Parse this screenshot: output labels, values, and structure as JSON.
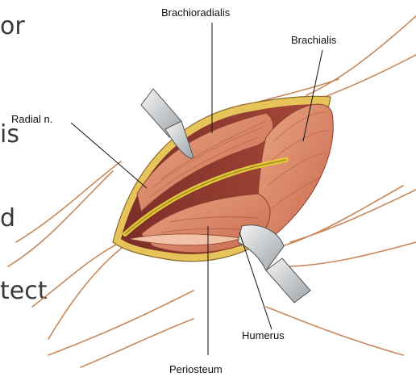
{
  "background_text": {
    "line1": "or",
    "line2": "is",
    "line3": "d",
    "line4": "tect"
  },
  "labels": {
    "brachioradialis": "Brachioradialis",
    "brachialis": "Brachialis",
    "radial_nerve": "Radial n.",
    "humerus": "Humerus",
    "periosteum": "Periosteum"
  },
  "colors": {
    "skin_line": "#c8875a",
    "muscle": "#d98a68",
    "muscle_dark": "#b35c45",
    "nerve": "#e2c63a",
    "fat_rim": "#e6c45a",
    "retractor": "#cfd2d4",
    "label_text": "#111111",
    "background_text": "#3a3a3a"
  }
}
